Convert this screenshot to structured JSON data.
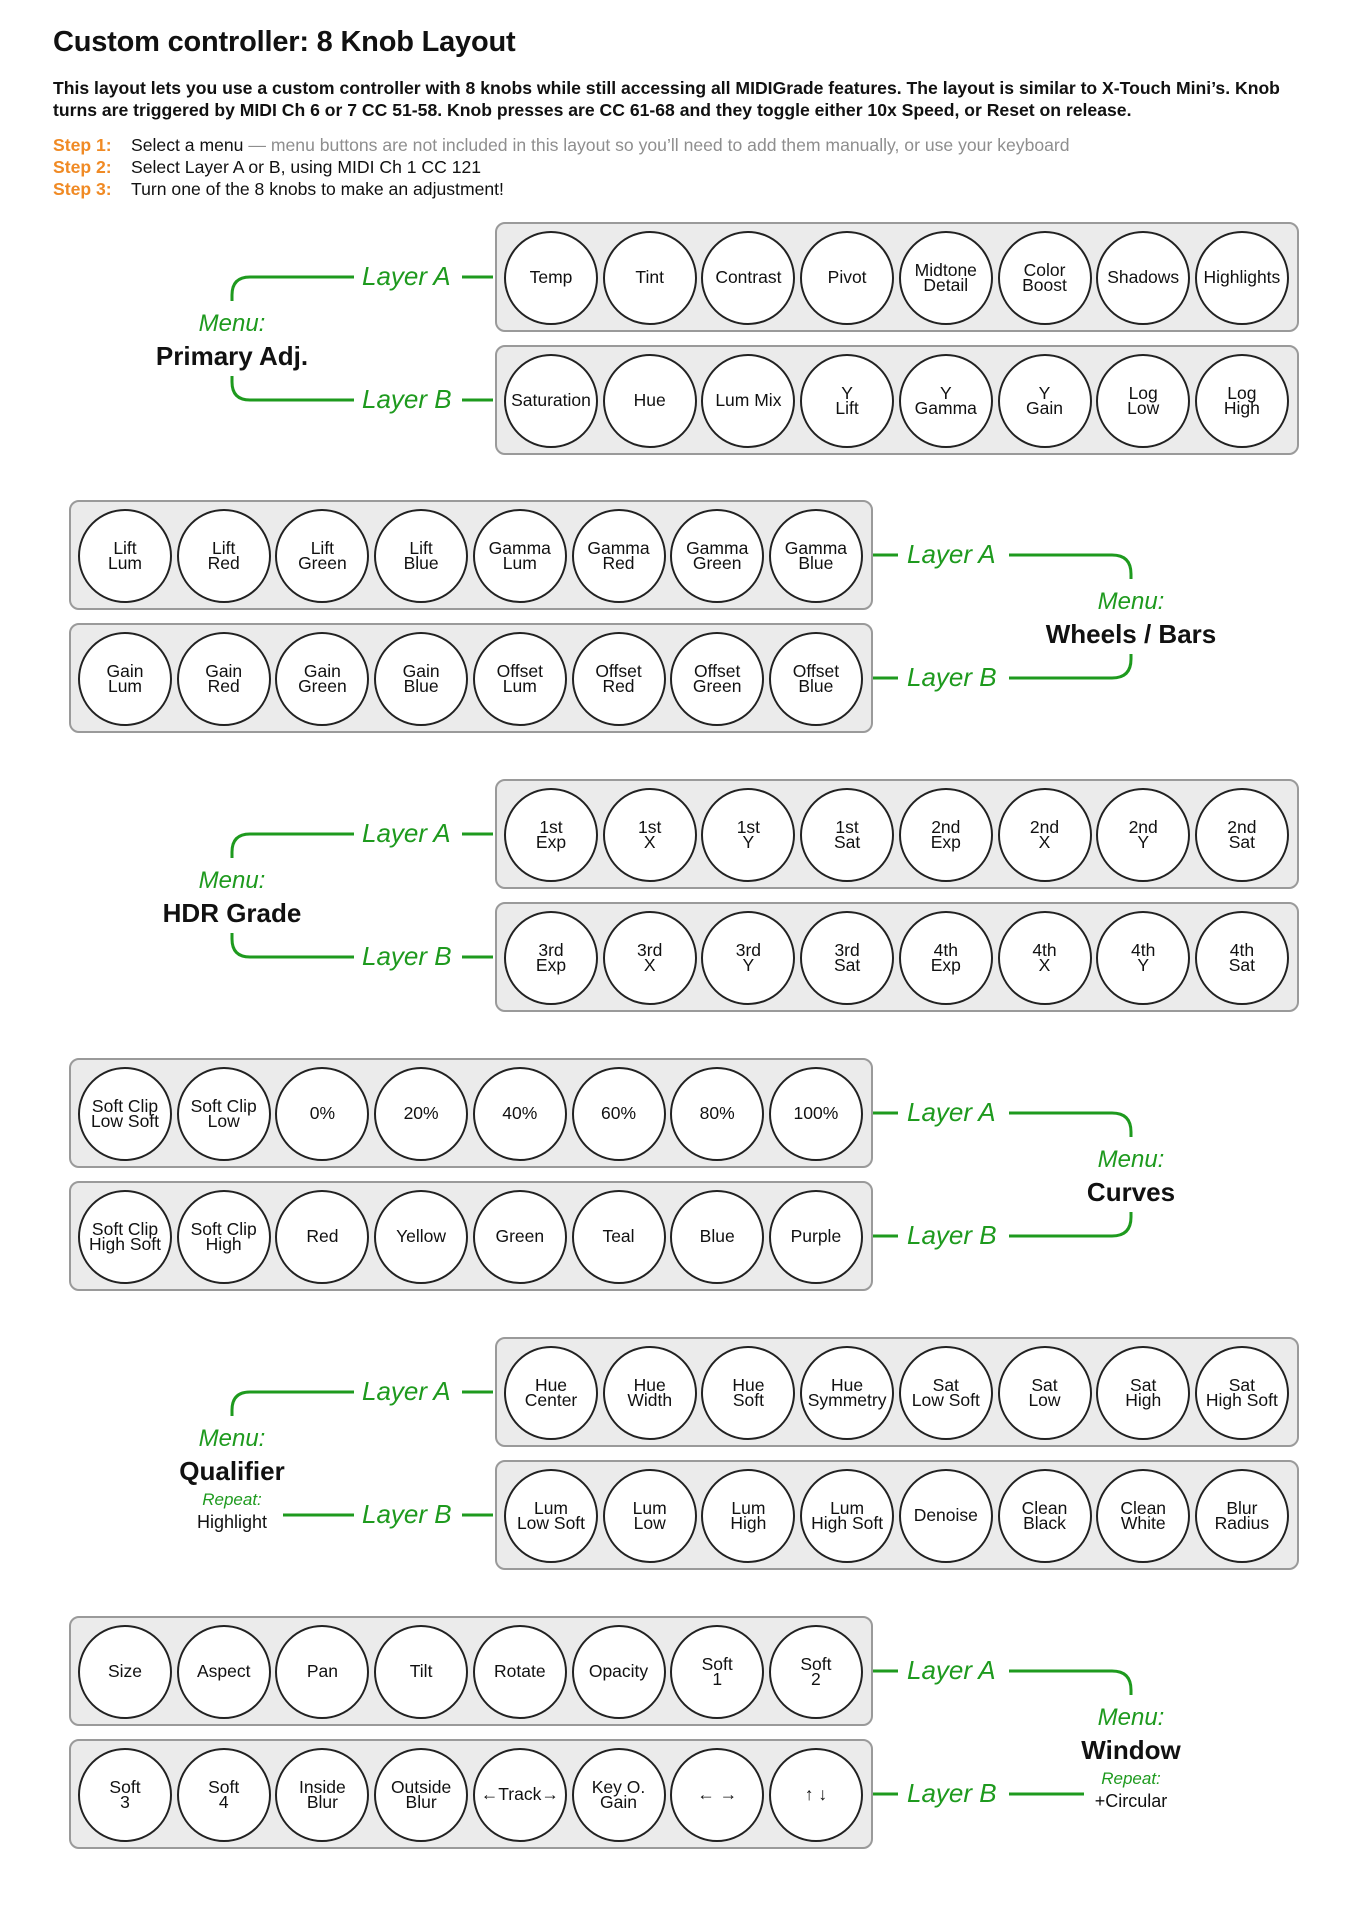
{
  "header": {
    "title": "Custom controller: 8 Knob Layout",
    "intro": "This layout lets you use a custom controller with 8 knobs while still accessing all MIDIGrade features. The layout is similar to X-Touch Mini’s. Knob turns are triggered by MIDI Ch 6 or 7 CC 51-58. Knob presses are CC 61-68 and they toggle either 10x Speed, or Reset on release."
  },
  "steps": [
    {
      "label": "Step 1:",
      "text": "Select a menu",
      "note": " — menu buttons are not included in this layout so you’ll need to add them manually, or use your keyboard"
    },
    {
      "label": "Step 2:",
      "text": "Select Layer A or B, using MIDI Ch 1 CC 121",
      "note": ""
    },
    {
      "label": "Step 3:",
      "text": "Turn one of the 8 knobs to make an adjustment!",
      "note": ""
    }
  ],
  "colors": {
    "accent_green": "#1e9a1e",
    "step_orange": "#f08a24",
    "muted_gray": "#8e8e8e"
  },
  "layer_a_text": "Layer A",
  "layer_b_text": "Layer B",
  "menu_text": "Menu:",
  "repeat_text": "Repeat:",
  "sections": [
    {
      "menu": "Primary Adj.",
      "repeat": "",
      "layer_a": [
        "Temp",
        "Tint",
        "Contrast",
        "Pivot",
        "Midtone\nDetail",
        "Color\nBoost",
        "Shadows",
        "Highlights"
      ],
      "layer_b": [
        "Saturation",
        "Hue",
        "Lum Mix",
        "Y\nLift",
        "Y\nGamma",
        "Y\nGain",
        "Log\nLow",
        "Log\nHigh"
      ]
    },
    {
      "menu": "Wheels / Bars",
      "repeat": "",
      "layer_a": [
        "Lift\nLum",
        "Lift\nRed",
        "Lift\nGreen",
        "Lift\nBlue",
        "Gamma\nLum",
        "Gamma\nRed",
        "Gamma\nGreen",
        "Gamma\nBlue"
      ],
      "layer_b": [
        "Gain\nLum",
        "Gain\nRed",
        "Gain\nGreen",
        "Gain\nBlue",
        "Offset\nLum",
        "Offset\nRed",
        "Offset\nGreen",
        "Offset\nBlue"
      ]
    },
    {
      "menu": "HDR Grade",
      "repeat": "",
      "layer_a": [
        "1st\nExp",
        "1st\nX",
        "1st\nY",
        "1st\nSat",
        "2nd\nExp",
        "2nd\nX",
        "2nd\nY",
        "2nd\nSat"
      ],
      "layer_b": [
        "3rd\nExp",
        "3rd\nX",
        "3rd\nY",
        "3rd\nSat",
        "4th\nExp",
        "4th\nX",
        "4th\nY",
        "4th\nSat"
      ]
    },
    {
      "menu": "Curves",
      "repeat": "",
      "layer_a": [
        "Soft Clip\nLow Soft",
        "Soft Clip\nLow",
        "0%",
        "20%",
        "40%",
        "60%",
        "80%",
        "100%"
      ],
      "layer_b": [
        "Soft Clip\nHigh Soft",
        "Soft Clip\nHigh",
        "Red",
        "Yellow",
        "Green",
        "Teal",
        "Blue",
        "Purple"
      ]
    },
    {
      "menu": "Qualifier",
      "repeat": "Highlight",
      "layer_a": [
        "Hue\nCenter",
        "Hue\nWidth",
        "Hue\nSoft",
        "Hue\nSymmetry",
        "Sat\nLow Soft",
        "Sat\nLow",
        "Sat\nHigh",
        "Sat\nHigh Soft"
      ],
      "layer_b": [
        "Lum\nLow Soft",
        "Lum\nLow",
        "Lum\nHigh",
        "Lum\nHigh Soft",
        "Denoise",
        "Clean\nBlack",
        "Clean\nWhite",
        "Blur\nRadius"
      ]
    },
    {
      "menu": "Window",
      "repeat": "+Circular",
      "layer_a": [
        "Size",
        "Aspect",
        "Pan",
        "Tilt",
        "Rotate",
        "Opacity",
        "Soft\n1",
        "Soft\n2"
      ],
      "layer_b": [
        "Soft\n3",
        "Soft\n4",
        "Inside\nBlur",
        "Outside\nBlur",
        "←Track→",
        "Key O.\nGain",
        "← →",
        "↑ ↓"
      ]
    }
  ]
}
